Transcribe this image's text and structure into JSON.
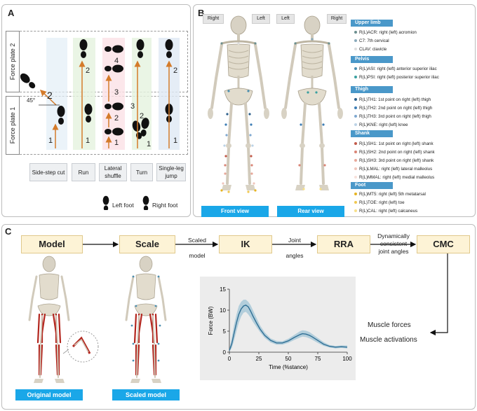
{
  "panelA": {
    "label": "A",
    "force_plate_2": "Force plate 2",
    "force_plate_1": "Force plate 1",
    "angle": "45°",
    "movements": [
      "Side-step cut",
      "Run",
      "Lateral shuffle",
      "Turn",
      "Single-leg jump"
    ],
    "legend_left": "Left foot",
    "legend_right": "Right foot",
    "steps": {
      "sidestep": [
        "1",
        "2"
      ],
      "run": [
        "1",
        "2"
      ],
      "shuffle": [
        "1",
        "2",
        "3",
        "4"
      ],
      "turn": [
        "1",
        "2",
        "3"
      ],
      "jump": [
        "1",
        "2"
      ]
    }
  },
  "panelB": {
    "label": "B",
    "front_right": "Right",
    "front_left": "Left",
    "rear_left": "Left",
    "rear_right": "Right",
    "front_view": "Front view",
    "rear_view": "Rear view",
    "categories": [
      {
        "name": "Upper limb",
        "items": [
          {
            "text": "R(L)ACR: right (left) acromion",
            "color": "#6b8e8e"
          },
          {
            "text": "C7: 7th  cervical",
            "color": "#8aaabb"
          },
          {
            "text": "CLAV: clavicle",
            "color": "#dddddd"
          }
        ]
      },
      {
        "name": "Pelvis",
        "items": [
          {
            "text": "R(L)ASI: right (left) anterior superior iliac",
            "color": "#4c8fb0"
          },
          {
            "text": "R(L)PSI: right (left) posterior superior iliac",
            "color": "#3aa0a0"
          }
        ]
      },
      {
        "name": "Thigh",
        "items": [
          {
            "text": "R(L)TH1: 1st  point on right (left) thigh",
            "color": "#2c5f8a"
          },
          {
            "text": "R(L)TH2: 2nd  point on right (left) thigh",
            "color": "#3d7db5"
          },
          {
            "text": "R(L)TH3: 3rd  point on right (left) thigh",
            "color": "#7fa8d0"
          },
          {
            "text": "R(L)KNE: right (left) knee",
            "color": "#bcd3e6"
          }
        ]
      },
      {
        "name": "Shank",
        "items": [
          {
            "text": "R(L)SH1: 1st  point on right (left) shank",
            "color": "#c25a4a"
          },
          {
            "text": "R(L)SH2: 2nd  point on right (left) shank",
            "color": "#d98475"
          },
          {
            "text": "R(L)SH3: 3rd  point on right (left) shank",
            "color": "#e8a89a"
          },
          {
            "text": "R(L)LMAL: right (left) lateral malleolus",
            "color": "#f0c6bc"
          },
          {
            "text": "R(L)MMAL: right (left) medial malleolus",
            "color": "#f7e0da"
          }
        ]
      },
      {
        "name": "Foot",
        "items": [
          {
            "text": "R(L)MT5: right (left) 5th metatarsal",
            "color": "#e6b422"
          },
          {
            "text": "R(L)TOE: right (left) toe",
            "color": "#f0c850"
          },
          {
            "text": "R(L)CAL: right (left) calcaneus",
            "color": "#f7e08a"
          }
        ]
      }
    ]
  },
  "panelC": {
    "label": "C",
    "stages": [
      "Model",
      "Scale",
      "IK",
      "RRA",
      "CMC"
    ],
    "arrow_labels": [
      "Scaled\nmodel",
      "Joint\nangles",
      "Dynamically\nconsistent\njoint angles"
    ],
    "original_model": "Original model",
    "scaled_model": "Scaled model",
    "muscle_forces": "Muscle forces",
    "muscle_activations": "Muscle activations"
  },
  "chart_data": {
    "type": "line",
    "xlabel": "Time (%stance)",
    "ylabel": "Force (BW)",
    "xlim": [
      0,
      100
    ],
    "ylim": [
      0,
      15
    ],
    "xticks": [
      "0",
      "25",
      "50",
      "75",
      "100"
    ],
    "yticks": [
      "0",
      "5",
      "10",
      "15"
    ],
    "series": [
      {
        "x": [
          0,
          2,
          4,
          6,
          8,
          10,
          12,
          14,
          16,
          18,
          20,
          23,
          26,
          30,
          35,
          40,
          45,
          50,
          55,
          60,
          62,
          65,
          68,
          70,
          75,
          80,
          85,
          90,
          95,
          100
        ],
        "values": [
          0.4,
          2.0,
          4.5,
          7.0,
          9.0,
          10.3,
          11.0,
          11.2,
          10.8,
          9.8,
          8.6,
          7.0,
          5.5,
          4.0,
          2.8,
          2.2,
          2.2,
          2.7,
          3.5,
          4.2,
          4.4,
          4.3,
          4.0,
          3.7,
          2.8,
          1.9,
          1.4,
          1.2,
          1.3,
          1.2
        ],
        "lower": [
          0.2,
          1.0,
          2.8,
          5.0,
          7.0,
          8.5,
          9.4,
          9.6,
          9.0,
          8.2,
          7.2,
          6.0,
          4.8,
          3.4,
          2.3,
          1.8,
          1.8,
          2.2,
          2.9,
          3.5,
          3.7,
          3.6,
          3.3,
          3.0,
          2.2,
          1.5,
          1.1,
          0.9,
          1.0,
          0.9
        ],
        "upper": [
          0.8,
          3.5,
          6.5,
          9.0,
          11.0,
          12.0,
          12.5,
          12.5,
          12.0,
          11.2,
          10.0,
          8.2,
          6.4,
          4.7,
          3.3,
          2.7,
          2.6,
          3.2,
          4.1,
          5.0,
          5.2,
          5.1,
          4.8,
          4.4,
          3.4,
          2.4,
          1.7,
          1.5,
          1.6,
          1.6
        ]
      }
    ]
  }
}
